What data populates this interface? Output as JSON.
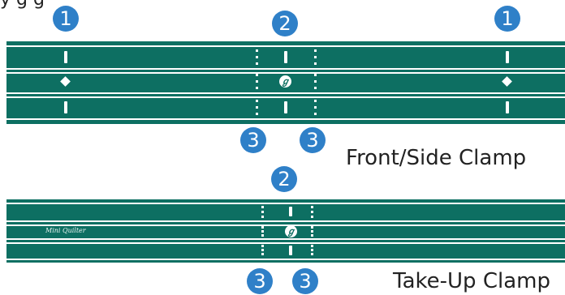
{
  "header_fragment": "y                                   g            g",
  "badges": {
    "one": "1",
    "two": "2",
    "three": "3"
  },
  "front_clamp": {
    "caption": "Front/Side Clamp"
  },
  "takeup_clamp": {
    "caption": "Take-Up Clamp",
    "brand": "Mini Quilter"
  },
  "center_mark": "ℊ",
  "colors": {
    "clamp": "#0d6f62",
    "badge": "#2f80c8",
    "marking": "#ffffff"
  }
}
